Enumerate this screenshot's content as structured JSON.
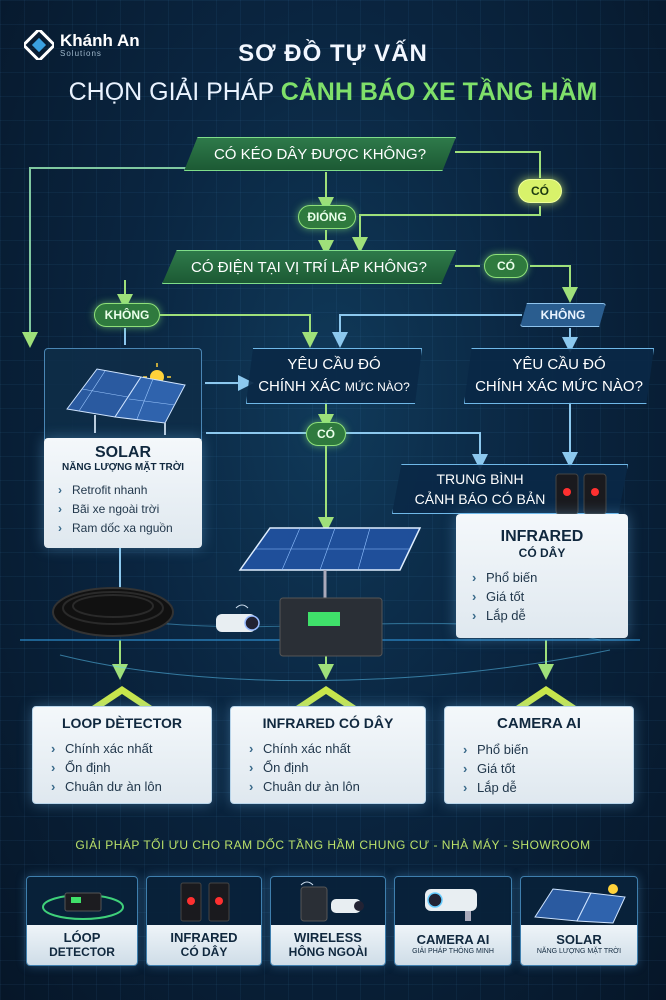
{
  "brand": {
    "name": "Khánh An",
    "sub": "Solutions"
  },
  "header": {
    "title_line1": "SƠ ĐỒ TỰ VẤN",
    "title_line2_prefix": "CHỌN GIẢI PHÁP",
    "title_line2_highlight": "CẢNH BÁO XE TẦNG HẦM"
  },
  "flow": {
    "q1": "CÓ KÉO DÂY ĐƯỢC KHÔNG?",
    "q1_yes": "CÓ",
    "q1_no": "ĐIÓNG",
    "q2": "CÓ ĐIỆN TẠI VỊ TRÍ LẮP KHÔNG?",
    "q2_yes": "CÓ",
    "q2_no": "KHÔNG",
    "right_no": "KHÔNG",
    "q3_line1": "YÊU CẦU ĐÓ",
    "q3_line2": "CHÍNH XÁC",
    "q3_line2b": "MỨC NÀO?",
    "q4_line1": "YÊU CẦU ĐÓ",
    "q4_line2": "CHÍNH XÁC MỨC NÀO?",
    "mid_yes": "CÓ",
    "medium_line1": "TRUNG BÌNH",
    "medium_line2": "CẢNH BÁO CÓ BẢN"
  },
  "solar_card": {
    "title": "SOLAR",
    "subtitle": "NĂNG LƯỢNG MẶT TRỜI",
    "items": [
      "Retrofit nhanh",
      "Bãi xe ngoài trời",
      "Ram dốc xa nguồn"
    ]
  },
  "infrared_card": {
    "title": "INFRARED",
    "subtitle": "CÓ DÂY",
    "items": [
      "Phổ biến",
      "Giá tốt",
      "Lắp dễ"
    ]
  },
  "results": [
    {
      "title": "LOOP DÈTECTOR",
      "items": [
        "Chính xác nhất",
        "Ổn định",
        "Chuân dư àn lôn"
      ]
    },
    {
      "title": "INFRARED CÓ DÂY",
      "items": [
        "Chính xác nhất",
        "Ổn định",
        "Chuân dư àn lôn"
      ]
    },
    {
      "title": "CAMERA AI",
      "items": [
        "Phổ biến",
        "Giá tốt",
        "Lắp dễ"
      ]
    }
  ],
  "banner": "GIẢI PHÁP TỐI ƯU CHO RAM DỐC TẦNG HẦM CHUNG CƯ - NHÀ MÁY - SHOWROOM",
  "tiles": [
    {
      "t1": "LÓOP",
      "t2": "DETECTOR",
      "t3": ""
    },
    {
      "t1": "INFRARED",
      "t2": "CÓ DÂY",
      "t3": ""
    },
    {
      "t1": "WIRELESS",
      "t2": "HÔNG NGOÀI",
      "t3": ""
    },
    {
      "t1": "CAMERA AI",
      "t2": "",
      "t3": "GIẢI PHÁP THÔNG MINH"
    },
    {
      "t1": "SOLAR",
      "t2": "",
      "t3": "NĂNG LƯỢNG MẶT TRỜI"
    }
  ],
  "colors": {
    "accent_green": "#7fe06a",
    "accent_blue": "#6fb8e8",
    "background": "#0a2540"
  },
  "icons": [
    "logo-mark-icon",
    "sun-icon",
    "solar-panel-icon",
    "cable-coil-icon",
    "camera-icon",
    "controller-box-icon",
    "red-sensor-icon",
    "chevron-icon"
  ]
}
